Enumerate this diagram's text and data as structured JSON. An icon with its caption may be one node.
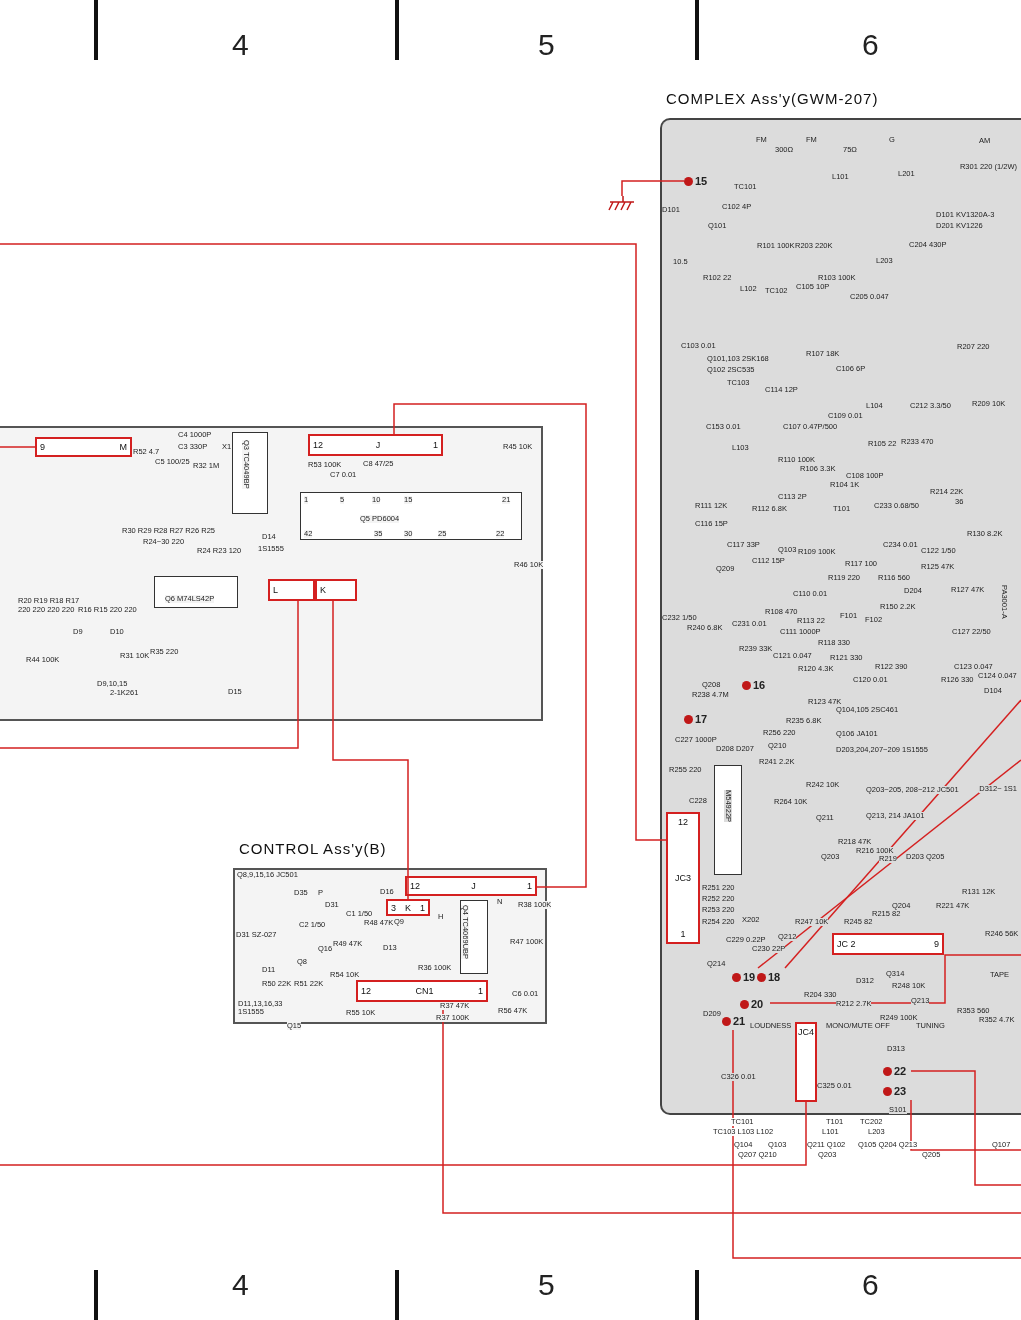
{
  "diagram": {
    "nodes": [
      {
        "text": [],
        "shape": "box"
      },
      {
        "text": [
          "9",
          "M"
        ],
        "in": 0
      },
      {
        "text": [
          "12",
          "J",
          "1"
        ],
        "in": 0
      },
      {
        "text": [
          "L"
        ],
        "in": 0
      },
      {
        "text": [
          "K"
        ],
        "in": 0
      },
      {
        "text": [
          "CONTROL Ass'y(B)"
        ]
      },
      {
        "text": [
          "12",
          "J",
          "1"
        ],
        "in": 5
      },
      {
        "text": [
          "3",
          "K",
          "1"
        ],
        "in": 5
      },
      {
        "text": [
          "12",
          "CN1",
          "1"
        ],
        "in": 5
      },
      {
        "text": [
          "COMPLEX Ass'y(GWM-207)"
        ]
      },
      {
        "text": [
          "12",
          "JC3",
          "1"
        ],
        "in": 9
      },
      {
        "text": [
          "JC4"
        ],
        "in": 9
      },
      {
        "text": [
          "JC 2",
          "9"
        ],
        "in": 9
      },
      {
        "text": [
          "15"
        ],
        "in": 9
      },
      {
        "text": [
          "16"
        ],
        "in": 9
      },
      {
        "text": [
          "17"
        ],
        "in": 9
      },
      {
        "text": [
          "18"
        ],
        "in": 9
      },
      {
        "text": [
          "19"
        ],
        "in": 9
      },
      {
        "text": [
          "20"
        ],
        "in": 9
      },
      {
        "text": [
          "21"
        ],
        "in": 9
      },
      {
        "text": [
          "22"
        ],
        "in": 9
      },
      {
        "text": [
          "23"
        ],
        "in": 9
      },
      {
        "text": [],
        "shape": "ground"
      }
    ],
    "edges": [
      {
        "from": 2,
        "to": 6,
        "arrow": "none"
      },
      {
        "from": 3,
        "to": null,
        "arrow": "none"
      },
      {
        "from": 4,
        "to": 7,
        "arrow": "none"
      },
      {
        "from": 1,
        "to": null,
        "arrow": "none"
      },
      {
        "from": null,
        "to": 10,
        "arrow": "none"
      },
      {
        "from": 13,
        "to": 22,
        "arrow": "none"
      },
      {
        "from": 8,
        "to": null,
        "arrow": "none"
      },
      {
        "from": 11,
        "to": null,
        "arrow": "none"
      },
      {
        "from": 19,
        "to": null,
        "arrow": "none"
      },
      {
        "from": 18,
        "to": null,
        "arrow": "none"
      },
      {
        "from": 20,
        "to": null,
        "arrow": "none"
      },
      {
        "from": 21,
        "to": null,
        "arrow": "none"
      },
      {
        "from": 16,
        "to": null,
        "arrow": "none"
      },
      {
        "from": 17,
        "to": null,
        "arrow": "none"
      }
    ],
    "labels": [
      "4",
      "5",
      "6",
      "R52 4.7",
      "C4 1000P",
      "C3 330P",
      "C5 100/25",
      "R32 1M",
      "X1",
      "Q3 TC4049BP",
      "D14",
      "1S1555",
      "R53 100K",
      "C7 0.01",
      "C8 47/25",
      "R45 10K",
      "Q5 PD6004",
      "1",
      "5",
      "10",
      "15",
      "21",
      "42",
      "35",
      "30",
      "25",
      "22",
      "R46 10K",
      "R30 R29 R28 R27 R26 R25",
      "R24~30 220",
      "R24 R23 120",
      "R20 R19 R18 R17",
      "220 220 220 220",
      "R16 R15 220 220",
      "Q6 M74LS42P",
      "D9",
      "D10",
      "R31 10K",
      "R35 220",
      "R44 100K",
      "D9,10,15",
      "2-1K261",
      "D15",
      "Q8,9,15,16 JC501",
      "D35",
      "P",
      "D31",
      "C2 1/50",
      "C1 1/50",
      "R48 47K",
      "D16",
      "H",
      "D31 SZ-027",
      "R49 47K",
      "D11",
      "R50 22K",
      "R51 22K",
      "R54 10K",
      "D11,13,16,33 1S1555",
      "R55 10K",
      "Q15",
      "Q8",
      "Q16",
      "Q9",
      "D13",
      "R36 100K",
      "R37 47K",
      "R37 100K",
      "Q4 TC4069UBP",
      "R38 100K",
      "R47 100K",
      "C6 0.01",
      "R56 47K",
      "N",
      "FM",
      "300Ω",
      "FM",
      "75Ω",
      "G",
      "AM",
      "L101",
      "TC101",
      "D101",
      "C102 4P",
      "L201",
      "R301 220 (1/2W)",
      "D101 KV1320A-3",
      "D201 KV1226",
      "Q101",
      "R101 100K",
      "R203 220K",
      "C204 430P",
      "10.5",
      "R102 22",
      "L102",
      "TC102",
      "C105 10P",
      "R103 100K",
      "L203",
      "C205 0.047",
      "C103 0.01",
      "Q101,103 2SK168",
      "Q102 2SC535",
      "R107 18K",
      "C106 6P",
      "R207 220",
      "TC103",
      "C114 12P",
      "L104",
      "C212 3.3/50",
      "R209 10K",
      "C153 0.01",
      "C107 0.47P/500",
      "C109 0.01",
      "R105 22",
      "R233 470",
      "L103",
      "R110 100K",
      "R106 3.3K",
      "R104 1K",
      "C108 100P",
      "R214 22K",
      "36",
      "R111 12K",
      "R112 6.8K",
      "C113 2P",
      "T101",
      "C233 0.68/50",
      "R130 8.2K",
      "C116 15P",
      "C117 33P",
      "C112 15P",
      "Q103",
      "R109 100K",
      "C234 0.01",
      "C122 1/50",
      "Q209",
      "R117 100",
      "R119 220",
      "R116 560",
      "R125 47K",
      "C110 0.01",
      "D204",
      "F101",
      "F102",
      "R150 2.2K",
      "R127 47K",
      "C232 1/50",
      "R240 6.8K",
      "R108 470",
      "R113 22",
      "C231 0.01",
      "C111 1000P",
      "R118 330",
      "C127 22/50",
      "R239 33K",
      "C121 0.047",
      "R120 4.3K",
      "R121 330",
      "R122 390",
      "C120 0.01",
      "C123 0.047",
      "C124 0.047",
      "R126 330",
      "D104",
      "PA3001-A",
      "Q208",
      "R238 4.7M",
      "R123 47K",
      "Q104,105 2SC461",
      "Q106 JA101",
      "D203,204,207~209 1S1555",
      "C227 1000P",
      "D208 D207",
      "R256 220",
      "R235 6.8K",
      "Q210",
      "R241 2.2K",
      "R242 10K",
      "R255 220",
      "M54922P",
      "R264 10K",
      "Q211",
      "Q203~205, 208~212 JC501",
      "Q213, 214 JA101",
      "C228",
      "Q203",
      "R218 47K",
      "R216 100K",
      "R219",
      "D203 Q205",
      "D312~ 1S1",
      "R251 220",
      "R252 220",
      "R253 220",
      "R254 220",
      "X202",
      "R247 10K",
      "Q212",
      "R245 82",
      "R215 82",
      "Q204",
      "R221 47K",
      "R131 12K",
      "R246 56K",
      "C229 0.22P",
      "C230 22P",
      "Q214",
      "R204 330",
      "R212 2.7K",
      "D312",
      "Q314",
      "R248 10K",
      "TAPE",
      "Q213",
      "D209",
      "LOUDNESS",
      "MONO/MUTE OFF",
      "R249 100K",
      "TUNING",
      "R353 560",
      "R352 4.7K",
      "D313",
      "C326 0.01",
      "C325 0.01",
      "S101",
      "TC101",
      "TC103 L103 L102",
      "T101",
      "L101",
      "TC202",
      "L203",
      "Q104",
      "Q103",
      "Q207 Q210",
      "Q211 Q102",
      "Q203",
      "Q105 Q204 Q213",
      "Q205",
      "Q107",
      "4",
      "5",
      "6"
    ]
  }
}
